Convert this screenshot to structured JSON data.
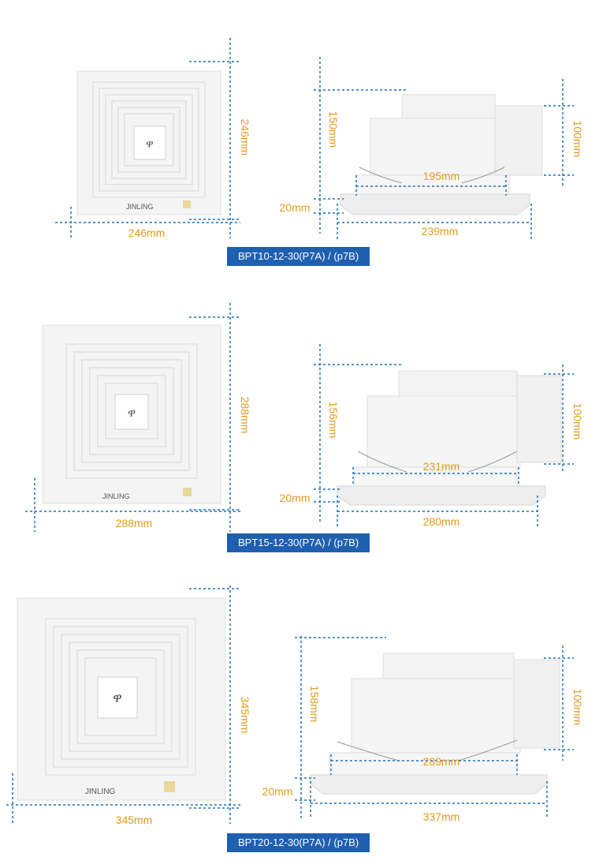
{
  "colors": {
    "dimension_line": "#1f6fb6",
    "dimension_text": "#e39b1f",
    "badge_bg": "#1f5fb0",
    "product_white": "#f3f3f3"
  },
  "products": [
    {
      "model": "BPT10-12-30(P7A) / (p7B)",
      "front": {
        "brand": "JINLING",
        "width_label": "246mm",
        "height_label": "246mm"
      },
      "side": {
        "height_label": "150mm",
        "duct_label": "100mm",
        "inner_width_label": "195mm",
        "flange_label": "20mm",
        "outer_width_label": "239mm"
      }
    },
    {
      "model": "BPT15-12-30(P7A) / (p7B)",
      "front": {
        "brand": "JINLING",
        "width_label": "288mm",
        "height_label": "288mm"
      },
      "side": {
        "height_label": "156mm",
        "duct_label": "100mm",
        "inner_width_label": "231mm",
        "flange_label": "20mm",
        "outer_width_label": "280mm"
      }
    },
    {
      "model": "BPT20-12-30(P7A) / (p7B)",
      "front": {
        "brand": "JINLING",
        "width_label": "345mm",
        "height_label": "345mm"
      },
      "side": {
        "height_label": "158mm",
        "duct_label": "100mm",
        "inner_width_label": "289mm",
        "flange_label": "20mm",
        "outer_width_label": "337mm"
      }
    }
  ]
}
